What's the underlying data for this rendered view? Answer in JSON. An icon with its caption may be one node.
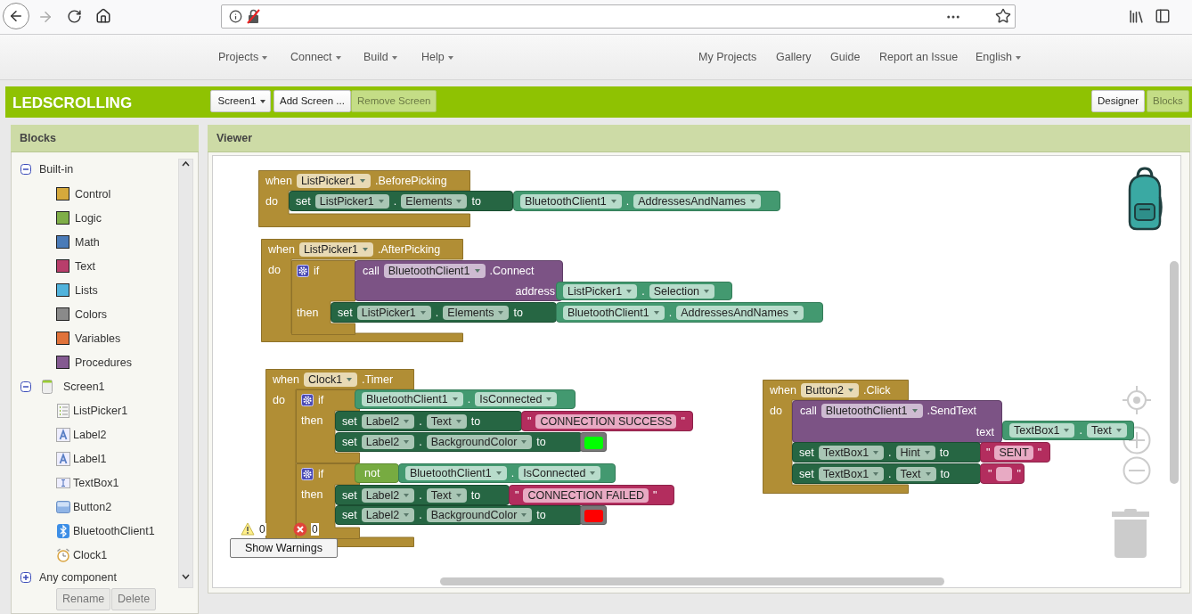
{
  "diagram": {
    "nodes": [
      {
        "text": [
          "when",
          "ListPicker1",
          ".BeforePicking",
          "do"
        ]
      },
      {
        "text": [
          "set",
          "ListPicker1",
          ".",
          "Elements",
          "to"
        ]
      },
      {
        "text": [
          "BluetoothClient1",
          ".",
          "AddressesAndNames"
        ]
      },
      {
        "text": [
          "when",
          "ListPicker1",
          ".AfterPicking",
          "do"
        ]
      },
      {
        "text": [
          "if",
          "then"
        ],
        "in": 3
      },
      {
        "text": [
          "call",
          "BluetoothClient1",
          ".Connect",
          "address"
        ]
      },
      {
        "text": [
          "ListPicker1",
          ".",
          "Selection"
        ]
      },
      {
        "text": [
          "set",
          "ListPicker1",
          ".",
          "Elements",
          "to"
        ]
      },
      {
        "text": [
          "BluetoothClient1",
          ".",
          "AddressesAndNames"
        ]
      },
      {
        "text": [
          "when",
          "Clock1",
          ".Timer",
          "do"
        ]
      },
      {
        "text": [
          "if",
          "then"
        ],
        "in": 9
      },
      {
        "text": [
          "BluetoothClient1",
          ".",
          "IsConnected"
        ]
      },
      {
        "text": [
          "set",
          "Label2",
          ".",
          "Text",
          "to"
        ]
      },
      {
        "text": [
          "\"",
          "CONNECTION SUCCESS",
          "\""
        ]
      },
      {
        "text": [
          "set",
          "Label2",
          ".",
          "BackgroundColor",
          "to"
        ]
      },
      {
        "text": [],
        "shape": "box"
      },
      {
        "text": [
          "if",
          "then"
        ],
        "in": 9
      },
      {
        "text": [
          "not"
        ]
      },
      {
        "text": [
          "BluetoothClient1",
          ".",
          "IsConnected"
        ]
      },
      {
        "text": [
          "set",
          "Label2",
          ".",
          "Text",
          "to"
        ]
      },
      {
        "text": [
          "\"",
          "CONNECTION FAILED",
          "\""
        ]
      },
      {
        "text": [
          "set",
          "Label2",
          ".",
          "BackgroundColor",
          "to"
        ]
      },
      {
        "text": [],
        "shape": "box"
      },
      {
        "text": [
          "when",
          "Button2",
          ".Click",
          "do"
        ]
      },
      {
        "text": [
          "call",
          "BluetoothClient1",
          ".SendText",
          "text"
        ]
      },
      {
        "text": [
          "TextBox1",
          ".",
          "Text"
        ]
      },
      {
        "text": [
          "set",
          "TextBox1",
          ".",
          "Hint",
          "to"
        ]
      },
      {
        "text": [
          "\"",
          "SENT",
          "\""
        ]
      },
      {
        "text": [
          "set",
          "TextBox1",
          ".",
          "Text",
          "to"
        ]
      },
      {
        "text": [
          "\"",
          "\""
        ]
      }
    ],
    "labels": [
      "Projects",
      "Connect",
      "Build",
      "Help",
      "My Projects",
      "Gallery",
      "Guide",
      "Report an Issue",
      "English",
      "LEDSCROLLING",
      "Screen1",
      "Add Screen ...",
      "Remove Screen",
      "Designer",
      "Blocks",
      "Blocks",
      "Viewer",
      "Built-in",
      "Control",
      "Logic",
      "Math",
      "Text",
      "Lists",
      "Colors",
      "Variables",
      "Procedures",
      "Screen1",
      "ListPicker1",
      "Label2",
      "Label1",
      "TextBox1",
      "Button2",
      "BluetoothClient1",
      "Clock1",
      "Any component",
      "Rename",
      "Delete",
      "0",
      "0",
      "Show Warnings"
    ]
  }
}
